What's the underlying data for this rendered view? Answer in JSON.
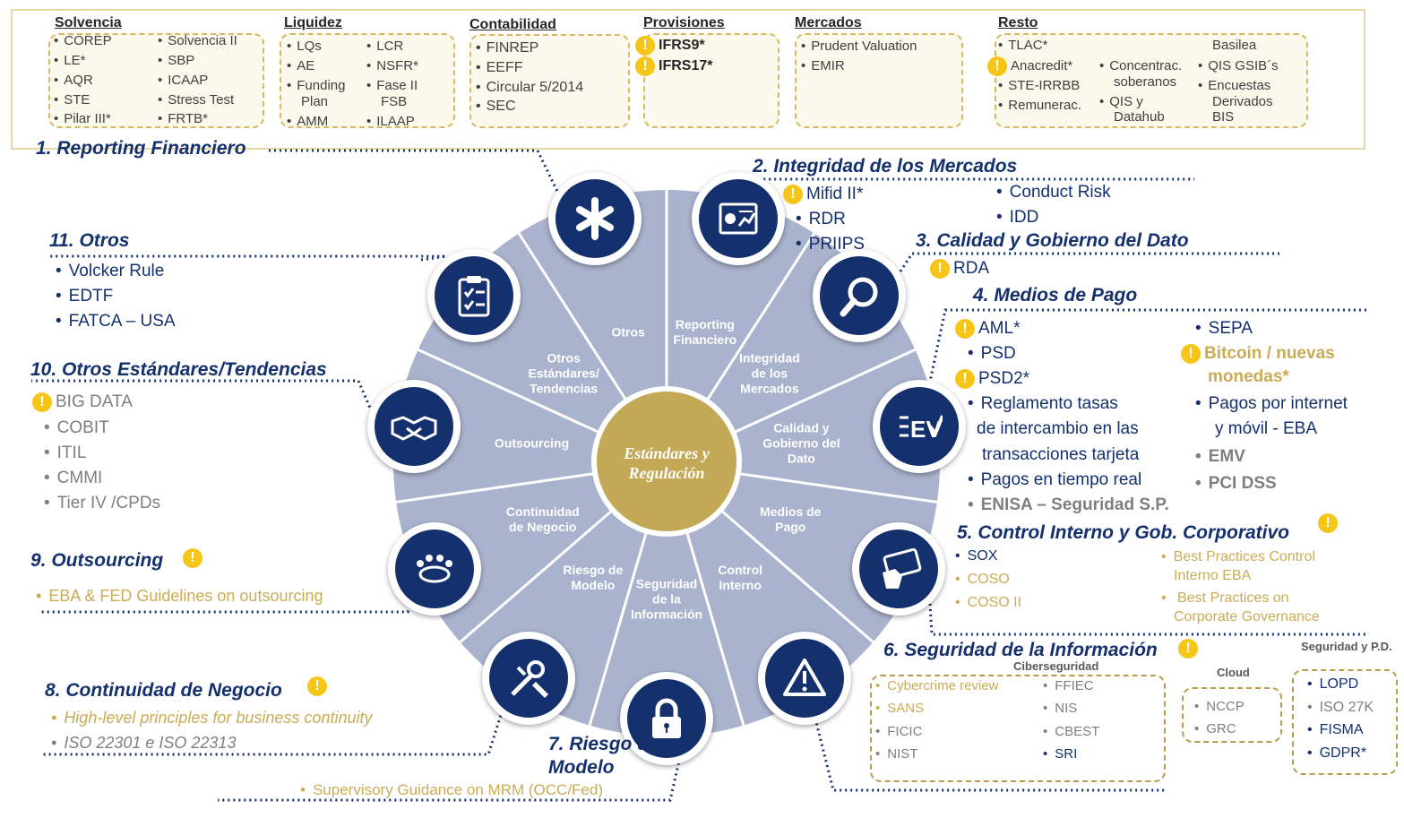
{
  "top": {
    "solvencia": {
      "title": "Solvencia",
      "col1": [
        "COREP",
        "LE*",
        "AQR",
        "STE",
        "Pilar III*"
      ],
      "col2": [
        "Solvencia II",
        "SBP",
        "ICAAP",
        "Stress Test",
        "FRTB*"
      ]
    },
    "liquidez": {
      "title": "Liquidez",
      "col1": [
        "LQs",
        "AE",
        "Funding",
        "Plan",
        "AMM"
      ],
      "col2": [
        "LCR",
        "NSFR*",
        "Fase II",
        "FSB",
        "ILAAP"
      ]
    },
    "contabilidad": {
      "title": "Contabilidad",
      "items": [
        "FINREP",
        "EEFF",
        "Circular 5/2014",
        "SEC"
      ]
    },
    "provisiones": {
      "title": "Provisiones",
      "items": [
        "IFRS9*",
        "IFRS17*"
      ]
    },
    "mercados": {
      "title": "Mercados",
      "items": [
        "Prudent Valuation",
        "EMIR"
      ]
    },
    "resto": {
      "title": "Resto",
      "col1": [
        "TLAC*",
        "Anacredit*",
        "STE-IRRBB",
        "Remunerac."
      ],
      "col2": [
        "Concentrac.",
        "soberanos",
        "QIS  y",
        "Datahub"
      ],
      "col3": [
        "Basilea",
        "QIS GSIB´s",
        "Encuestas",
        "Derivados",
        "BIS"
      ]
    }
  },
  "center": {
    "line1": "Estándares y",
    "line2": "Regulación"
  },
  "warn_symbol": "!",
  "segments": [
    [
      "Reporting",
      "Financiero"
    ],
    [
      "Integridad",
      "de los",
      "Mercados"
    ],
    [
      "Calidad y",
      "Gobierno del",
      "Dato"
    ],
    [
      "Medios de",
      "Pago"
    ],
    [
      "Control",
      "Interno"
    ],
    [
      "Seguridad",
      "de la",
      "Información"
    ],
    [
      "Riesgo de",
      "Modelo"
    ],
    [
      "Continuidad",
      "de Negocio"
    ],
    [
      "Outsourcing"
    ],
    [
      "Otros",
      "Estándares/",
      "Tendencias"
    ],
    [
      "Otros"
    ]
  ],
  "icons": [
    "report-chart-icon",
    "magnifier-icon",
    "checklist-ev-icon",
    "card-payment-icon",
    "warning-triangle-icon",
    "padlock-icon",
    "tools-icon",
    "meeting-people-icon",
    "handshake-icon",
    "clipboard-check-icon",
    "asterisk-icon"
  ],
  "sections": {
    "s1": {
      "title": "1. Reporting Financiero"
    },
    "s2": {
      "title": "2. Integridad de los Mercados",
      "col1": [
        "Mifid II*",
        "RDR",
        "PRIIPS"
      ],
      "col2": [
        "Conduct Risk",
        "IDD"
      ]
    },
    "s3": {
      "title": "3. Calidad y Gobierno del Dato",
      "items": [
        "RDA"
      ]
    },
    "s4": {
      "title": "4. Medios de Pago",
      "col1": [
        "AML*",
        "PSD",
        "PSD2*",
        "Reglamento tasas",
        "de intercambio en las",
        "transacciones tarjeta",
        "Pagos en tiempo real",
        "ENISA – Seguridad S.P."
      ],
      "col2": [
        "SEPA",
        "Bitcoin / nuevas",
        "monedas*",
        "Pagos por internet",
        "y móvil - EBA",
        "EMV",
        "PCI DSS"
      ]
    },
    "s5": {
      "title": "5. Control Interno y Gob. Corporativo",
      "col1": [
        "SOX",
        "COSO",
        "COSO  II"
      ],
      "col2": [
        "Best Practices  Control",
        "Interno EBA",
        " Best Practices on",
        "Corporate Governance"
      ]
    },
    "s6": {
      "title": "6. Seguridad de la Información",
      "ciber_head": "Ciberseguridad",
      "ciber_col1": [
        "Cybercrime review",
        "SANS",
        "FICIC",
        "NIST"
      ],
      "ciber_col2": [
        "FFIEC",
        "NIS",
        "CBEST",
        "SRI"
      ],
      "cloud_head": "Cloud",
      "cloud": [
        "NCCP",
        "GRC"
      ],
      "pd_head": "Seguridad y P.D.",
      "pd": [
        "LOPD",
        "ISO 27K",
        "FISMA",
        "GDPR*"
      ]
    },
    "s7": {
      "title_line1": "7. Riesgo de",
      "title_line2": "Modelo",
      "items": [
        "Supervisory Guidance on MRM (OCC/Fed)"
      ]
    },
    "s8": {
      "title": "8. Continuidad de Negocio",
      "items": [
        "High-level principles for business continuity",
        "ISO 22301 e ISO 22313"
      ]
    },
    "s9": {
      "title": "9. Outsourcing",
      "items": [
        "EBA & FED Guidelines on outsourcing"
      ]
    },
    "s10": {
      "title": "10. Otros Estándares/Tendencias",
      "items": [
        "BIG DATA",
        "COBIT",
        "ITIL",
        "CMMI",
        "Tier IV /CPDs"
      ]
    },
    "s11": {
      "title": "11. Otros",
      "items": [
        "Volcker Rule",
        "EDTF",
        "FATCA – USA"
      ]
    }
  },
  "colors": {
    "navy": "#14306d",
    "gold": "#c9ac55",
    "wheel": "#a9b3cd",
    "center": "#c3a955",
    "warn": "#f5c518"
  }
}
